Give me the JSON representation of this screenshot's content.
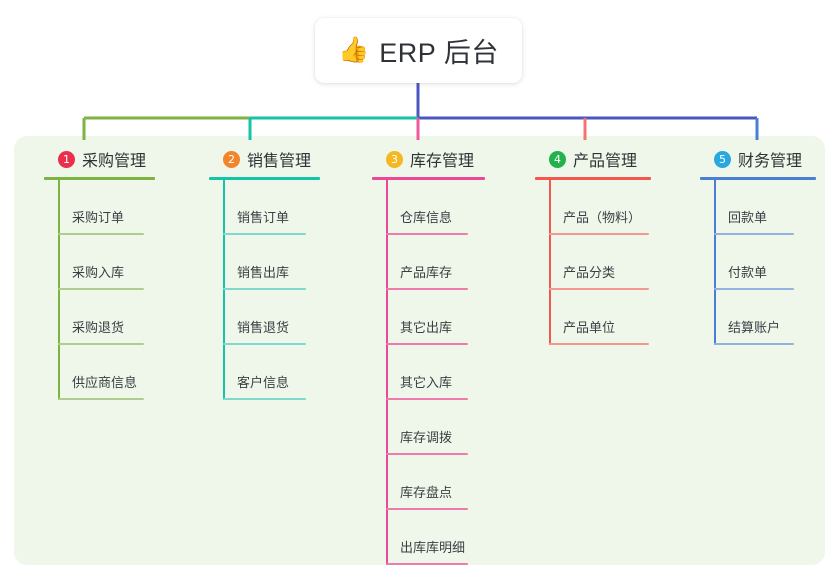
{
  "title": {
    "icon": "thumbs-up-icon",
    "emoji": "👍",
    "text": "ERP 后台"
  },
  "panel": {
    "background_color": "#eef7e9"
  },
  "connector_colors": {
    "stem": "#4b56c0",
    "bar_left": "#7cb342",
    "bar_mid_left": "#15c3a7",
    "bar_right": "#4b56c0",
    "drop_1": "#7cb342",
    "drop_2": "#15c3a7",
    "drop_3": "#ef5a9c",
    "drop_4": "#f4746e",
    "drop_5": "#4b7fd4"
  },
  "columns": [
    {
      "index": "1",
      "title": "采购管理",
      "badge_color": "#ec2e4e",
      "line_color": "#7cb342",
      "leaf_rule_color": "#aecd8e",
      "items": [
        "采购订单",
        "采购入库",
        "采购退货",
        "供应商信息"
      ]
    },
    {
      "index": "2",
      "title": "销售管理",
      "badge_color": "#f1852c",
      "line_color": "#15c3a7",
      "leaf_rule_color": "#84d8cb",
      "items": [
        "销售订单",
        "销售出库",
        "销售退货",
        "客户信息"
      ]
    },
    {
      "index": "3",
      "title": "库存管理",
      "badge_color": "#f5b723",
      "line_color": "#ec4899",
      "leaf_rule_color": "#ee7bae",
      "items": [
        "仓库信息",
        "产品库存",
        "其它出库",
        "其它入库",
        "库存调拨",
        "库存盘点",
        "出库库明细"
      ]
    },
    {
      "index": "4",
      "title": "产品管理",
      "badge_color": "#22b14c",
      "line_color": "#f4574f",
      "leaf_rule_color": "#f79791",
      "items": [
        "产品（物料）",
        "产品分类",
        "产品单位"
      ]
    },
    {
      "index": "5",
      "title": "财务管理",
      "badge_color": "#29a8e0",
      "line_color": "#4b7fd4",
      "leaf_rule_color": "#93b2e0",
      "items": [
        "回款单",
        "付款单",
        "结算账户"
      ]
    }
  ]
}
